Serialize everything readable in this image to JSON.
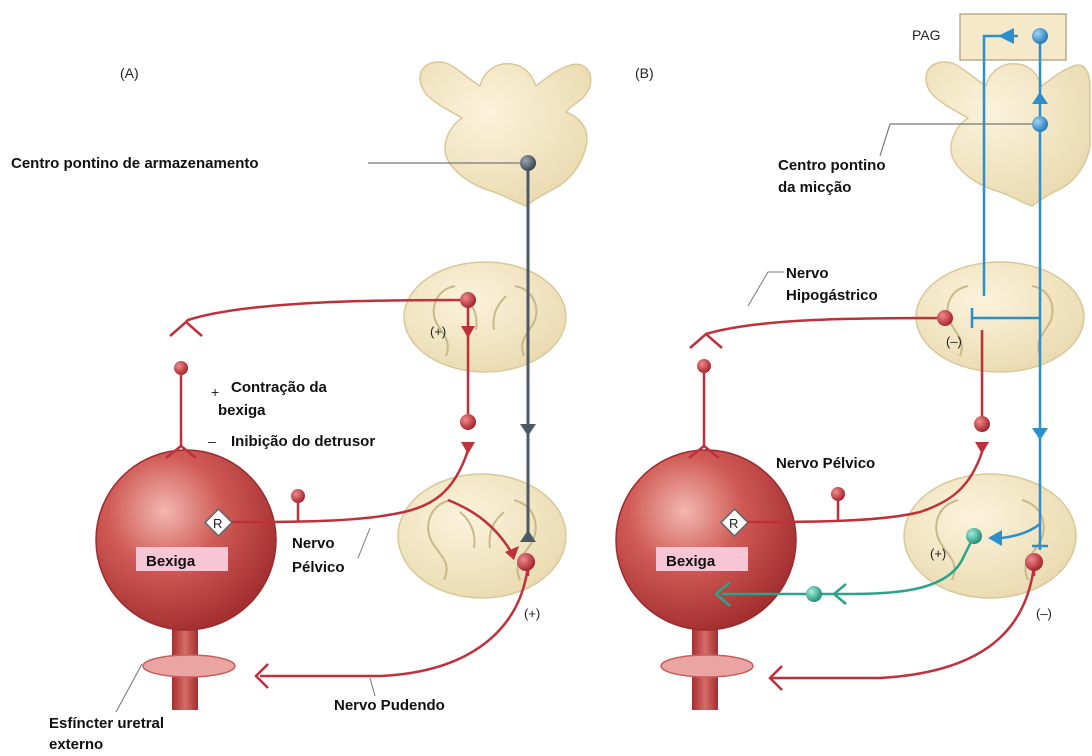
{
  "panel_a": {
    "tag": "(A)",
    "centro_armazenamento": "Centro pontino de armazenamento",
    "plus_sign": "+",
    "contracao_line1": "Contração da",
    "contracao_line2": "bexiga",
    "minus_sign": "–",
    "inibicao": "Inibição do detrusor",
    "receptor": "R",
    "bexiga": "Bexiga",
    "nervo_pelvico_line1": "Nervo",
    "nervo_pelvico_line2": "Pélvico",
    "nervo_pudendo": "Nervo Pudendo",
    "esfincter_line1": "Esfíncter uretral",
    "esfincter_line2": "externo",
    "sign_upper": "(+)",
    "sign_lower": "(+)"
  },
  "panel_b": {
    "tag": "(B)",
    "pag": "PAG",
    "centro_miccao_line1": "Centro pontino",
    "centro_miccao_line2": "da micção",
    "hipogastrico_line1": "Nervo",
    "hipogastrico_line2": "Hipogástrico",
    "nervo_pelvico": "Nervo Pélvico",
    "receptor": "R",
    "bexiga": "Bexiga",
    "sign_upper": "(–)",
    "sign_lower_inner": "(+)",
    "sign_lower_outer": "(–)"
  },
  "colors": {
    "red_neuron": "#c0303a",
    "blue_neuron": "#2a8fcc",
    "gray_neuron": "#4d5a66",
    "teal_neuron": "#2aa38a",
    "tissue": "#f3e8c6",
    "bladder": "#c24848",
    "label_bg": "#f7c6d6"
  }
}
